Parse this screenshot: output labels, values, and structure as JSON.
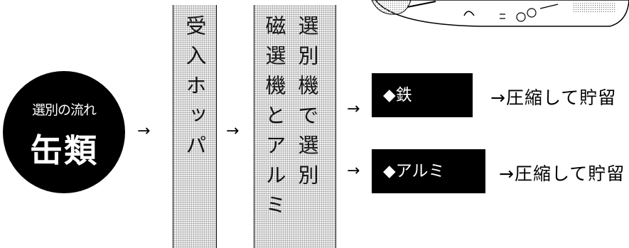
{
  "start": {
    "sub_label": "選別の流れ",
    "main_label": "缶類"
  },
  "arrow_glyph": "→",
  "hopper": {
    "label": "受入ホッパ"
  },
  "separator": {
    "line1": "選別機で選別",
    "line2": "磁選機とアルミ"
  },
  "outputs": [
    {
      "box_label": "◆鉄",
      "result_label": "→圧縮して貯留"
    },
    {
      "box_label": "◆アルミ",
      "result_label": "→圧縮して貯留"
    }
  ]
}
